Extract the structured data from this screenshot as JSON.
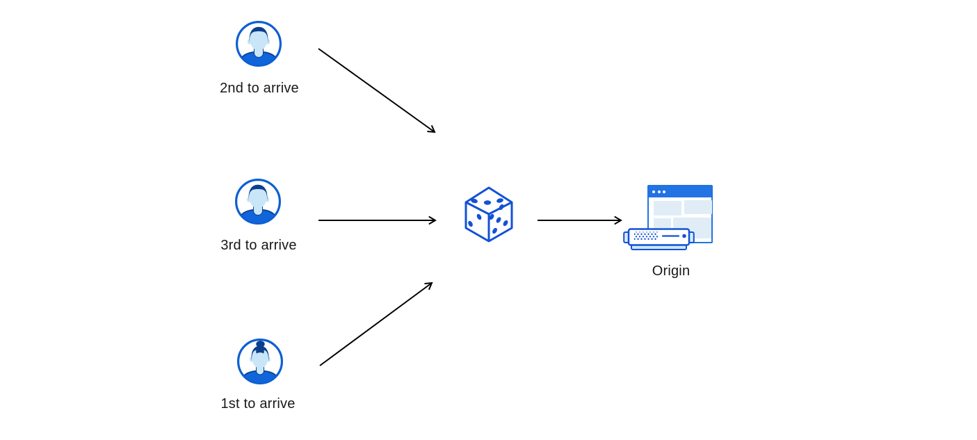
{
  "theme": {
    "arrow": "#000000",
    "blue-deep": "#1351d6",
    "blue-stroke": "#0d5fd3",
    "shirt": "#1165da",
    "navy": "#0c3f8e",
    "skin": "#c8e6f8",
    "bar-blue": "#2273e3",
    "block-blue": "#e0edf6",
    "lug-blue": "#d8ecf9",
    "base-blue": "#cbe7f8",
    "text": "#17181a"
  },
  "nodes": {
    "visitor2": {
      "label": "2nd to arrive",
      "icon": "male-user-avatar-icon"
    },
    "visitor3": {
      "label": "3rd to arrive",
      "icon": "male-user-avatar-icon"
    },
    "visitor1": {
      "label": "1st to arrive",
      "icon": "female-user-avatar-icon"
    },
    "randomizer": {
      "icon": "dice-icon"
    },
    "origin": {
      "label": "Origin",
      "icon": "origin-server-icon"
    }
  },
  "edges": [
    {
      "from": "visitor2",
      "to": "randomizer"
    },
    {
      "from": "visitor3",
      "to": "randomizer"
    },
    {
      "from": "visitor1",
      "to": "randomizer"
    },
    {
      "from": "randomizer",
      "to": "origin"
    }
  ]
}
